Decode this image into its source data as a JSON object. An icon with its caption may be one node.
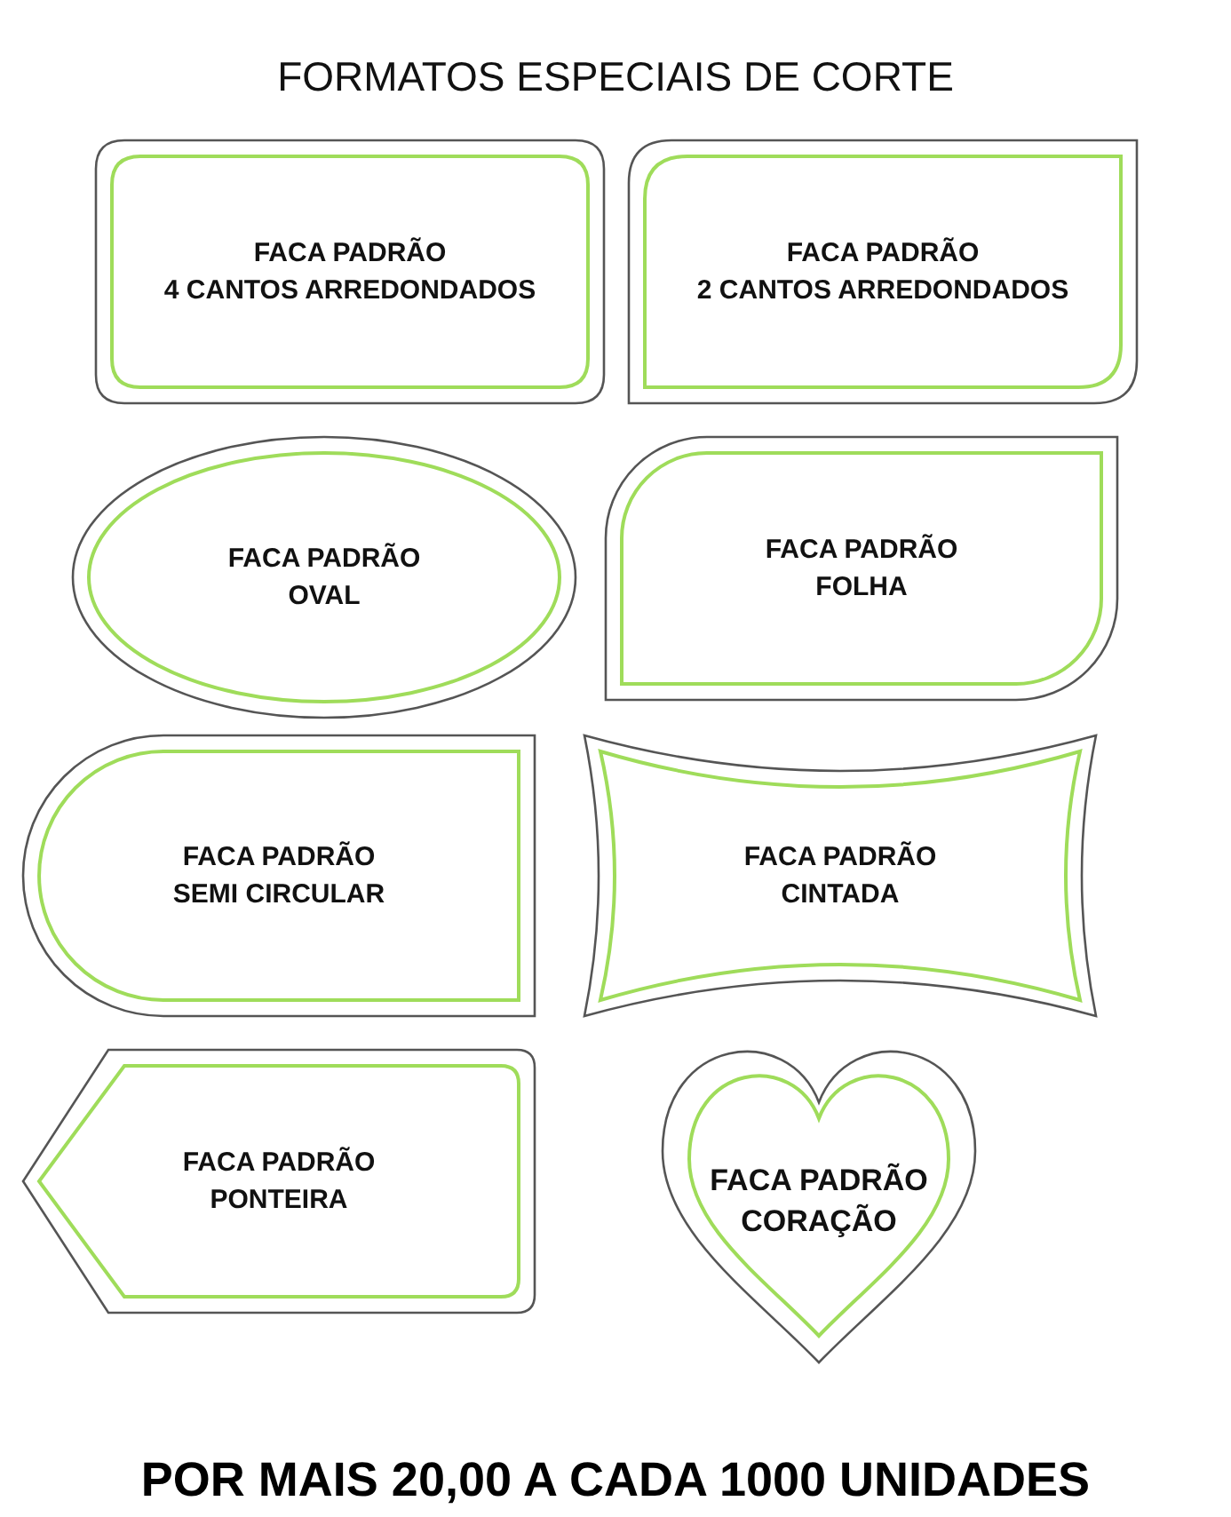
{
  "diagram": {
    "title": "FORMATOS ESPECIAIS DE CORTE",
    "caption": "POR MAIS 20,00 A CADA 1000 UNIDADES",
    "nodes": [
      {
        "text": [
          "FACA PADRÃO",
          "4 CANTOS ARREDONDADOS"
        ]
      },
      {
        "text": [
          "FACA PADRÃO",
          "2 CANTOS ARREDONDADOS"
        ]
      },
      {
        "text": [
          "FACA PADRÃO",
          "OVAL"
        ]
      },
      {
        "text": [
          "FACA PADRÃO",
          "FOLHA"
        ]
      },
      {
        "text": [
          "FACA PADRÃO",
          "SEMI CIRCULAR"
        ]
      },
      {
        "text": [
          "FACA PADRÃO",
          "CINTADA"
        ]
      },
      {
        "text": [
          "FACA PADRÃO",
          "PONTEIRA"
        ]
      },
      {
        "text": [
          "FACA PADRÃO",
          "CORAÇÃO"
        ]
      }
    ],
    "edges": []
  }
}
